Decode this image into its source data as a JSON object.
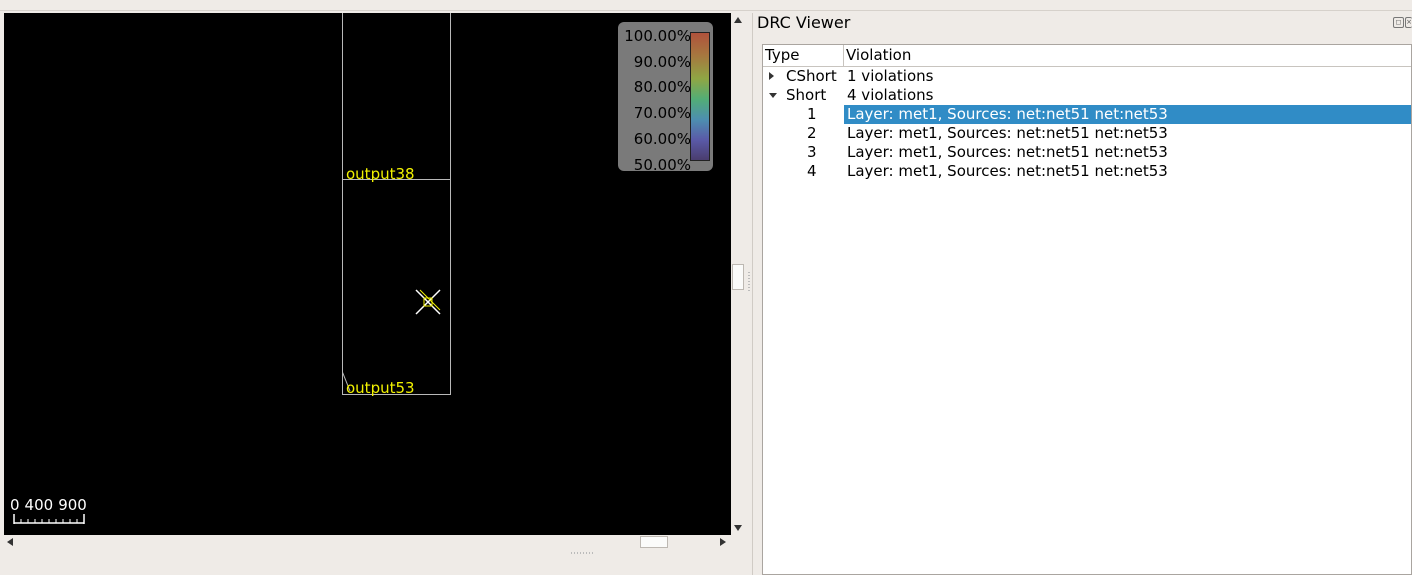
{
  "layout_view": {
    "instances": [
      {
        "label": "output38"
      },
      {
        "label": "output53"
      }
    ],
    "scale_bar": {
      "ticks": [
        "0",
        "400",
        "900"
      ]
    },
    "heatmap_legend": {
      "labels": [
        "100.00%",
        "90.00%",
        "80.00%",
        "70.00%",
        "60.00%",
        "50.00%"
      ]
    },
    "marker_icon": "drc-violation-marker-icon"
  },
  "drc_viewer": {
    "title": "DRC Viewer",
    "columns": {
      "type": "Type",
      "violation": "Violation"
    },
    "groups": [
      {
        "type": "CShort",
        "summary": "1 violations",
        "expanded": false
      },
      {
        "type": "Short",
        "summary": "4 violations",
        "expanded": true
      }
    ],
    "short_violations": [
      {
        "index": "1",
        "description": "Layer: met1, Sources: net:net51 net:net53",
        "selected": true
      },
      {
        "index": "2",
        "description": "Layer: met1, Sources: net:net51 net:net53",
        "selected": false
      },
      {
        "index": "3",
        "description": "Layer: met1, Sources: net:net51 net:net53",
        "selected": false
      },
      {
        "index": "4",
        "description": "Layer: met1, Sources: net:net51 net:net53",
        "selected": false
      }
    ]
  },
  "colors": {
    "canvas_bg": "#000000",
    "instance_label": "#f2f200",
    "selection": "#308cc6"
  }
}
